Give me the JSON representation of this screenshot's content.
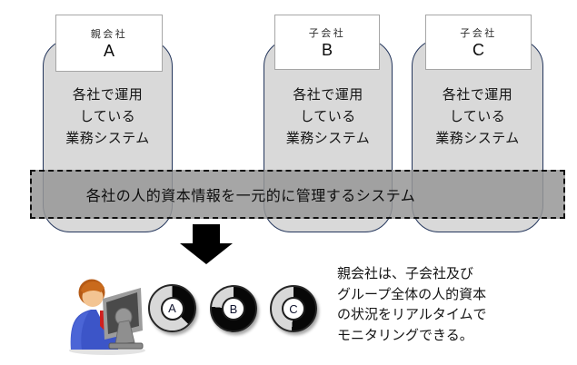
{
  "columns": [
    {
      "org_type": "親会社",
      "letter": "A",
      "body": "各社で運用\nしている\n業務システム"
    },
    {
      "org_type": "子会社",
      "letter": "B",
      "body": "各社で運用\nしている\n業務システム"
    },
    {
      "org_type": "子会社",
      "letter": "C",
      "body": "各社で運用\nしている\n業務システム"
    }
  ],
  "band": {
    "label": "各社の人的資本情報を一元的に管理するシステム"
  },
  "monitoring": {
    "caption": "親会社は、子会社及び\nグループ全体の人的資本\nの状況をリアルタイムで\nモニタリングできる。",
    "pies": [
      {
        "label": "A",
        "dark_deg": 135,
        "dark_pct": 37
      },
      {
        "label": "B",
        "dark_deg": 275,
        "dark_pct": 76
      },
      {
        "label": "C",
        "dark_deg": 185,
        "dark_pct": 51
      }
    ]
  },
  "icons": {
    "arrow": "down-block-arrow",
    "person": "person-at-monitor"
  },
  "colors": {
    "column_fill": "#d9d9d9",
    "column_border": "#24365c",
    "label_box_border": "#a6a6a6",
    "band_fill": "#969696",
    "band_border": "#111111",
    "arrow": "#000000",
    "pie_dark": "#070707",
    "pie_light": "#d8d8d8",
    "suit_blue": "#3c55c8",
    "tie_red": "#cf1f1f",
    "hair_brown": "#b55a15"
  }
}
